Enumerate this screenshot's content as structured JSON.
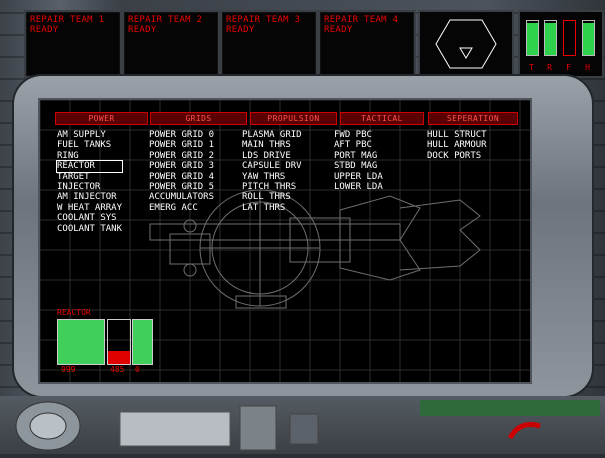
{
  "repair_teams": [
    {
      "name": "REPAIR TEAM 1",
      "status": "READY"
    },
    {
      "name": "REPAIR TEAM 2",
      "status": "READY"
    },
    {
      "name": "REPAIR TEAM 3",
      "status": "READY"
    },
    {
      "name": "REPAIR TEAM 4",
      "status": "READY"
    }
  ],
  "gauges": [
    {
      "label": "T",
      "level": 0.95,
      "color": "#2fd24b"
    },
    {
      "label": "R",
      "level": 0.95,
      "color": "#2fd24b"
    },
    {
      "label": "F",
      "level": 0.0,
      "color": "#2fd24b"
    },
    {
      "label": "H",
      "level": 0.95,
      "color": "#2fd24b"
    }
  ],
  "tabs": [
    "POWER",
    "GRIDS",
    "PROPULSION",
    "TACTICAL",
    "SEPERATION"
  ],
  "power_items": [
    "AM SUPPLY",
    "FUEL TANKS",
    "RING",
    "REACTOR",
    "TARGET",
    "INJECTOR",
    "AM INJECTOR",
    "W HEAT ARRAY",
    "COOLANT SYS",
    "COOLANT TANK"
  ],
  "grids_items": [
    "POWER GRID 0",
    "POWER GRID 1",
    "POWER GRID 2",
    "POWER GRID 3",
    "POWER GRID 4",
    "POWER GRID 5",
    "ACCUMULATORS",
    "EMERG ACC"
  ],
  "propulsion_items": [
    "PLASMA GRID",
    "MAIN THRS",
    "LDS DRIVE",
    "CAPSULE DRV",
    "YAW THRS",
    "PITCH THRS",
    "ROLL THRS",
    "LAT THRS"
  ],
  "tactical_items": [
    "FWD PBC",
    "AFT PBC",
    "PORT MAG",
    "STBD MAG",
    "UPPER LDA",
    "LOWER LDA"
  ],
  "seperation_items": [
    "HULL STRUCT",
    "HULL ARMOUR",
    "DOCK PORTS"
  ],
  "selected_item": "REACTOR",
  "reactor": {
    "label": "REACTOR",
    "readouts": [
      "999",
      "485",
      "0"
    ],
    "levels": [
      1.0,
      0.3,
      1.0
    ],
    "colors": {
      "fill": "#3fcf5a",
      "alert": "#e00000"
    }
  },
  "accent_color": "#e00000"
}
